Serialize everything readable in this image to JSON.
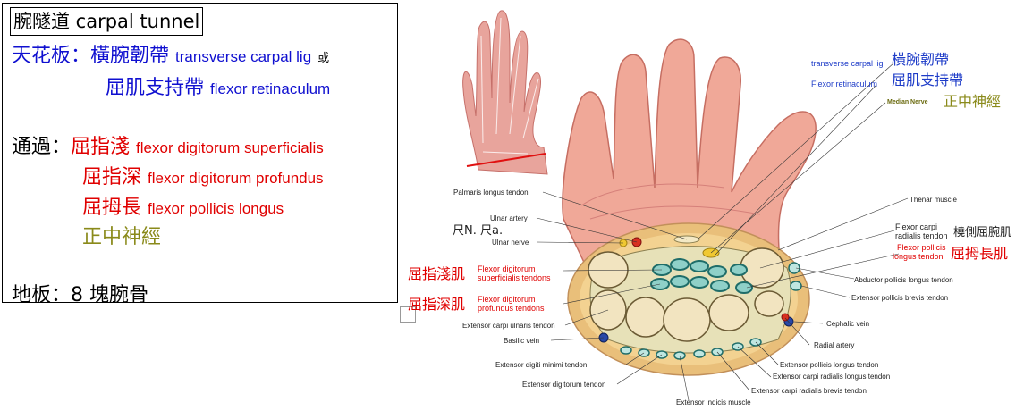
{
  "left_box": {
    "title": "腕隧道 carpal tunnel",
    "roof_label": "天花板：",
    "roof_zh_1": "橫腕韌帶",
    "roof_en_1": "transverse carpal lig",
    "roof_or": "或",
    "roof_zh_2": "屈肌支持帶",
    "roof_en_2": "flexor retinaculum",
    "pass_label": "通過：",
    "pass_zh_1": "屈指淺",
    "pass_en_1": "flexor digitorum superficialis",
    "pass_zh_2": "屈指深",
    "pass_en_2": "flexor digitorum profundus",
    "pass_zh_3": "屈拇長",
    "pass_en_3": "flexor pollicis longus",
    "pass_zh_4": "正中神經",
    "floor_label": "地板：",
    "floor_value": "8 塊腕骨"
  },
  "diagram": {
    "right_labels": {
      "transverse_en": "transverse carpal lig",
      "transverse_zh": "橫腕韌帶",
      "flexor_ret_en": "Flexor retinaculum",
      "flexor_ret_zh": "屈肌支持帶",
      "median_en": "Median Nerve",
      "median_zh": "正中神經",
      "thenar": "Thenar muscle",
      "fcr_en_1": "Flexor carpi",
      "fcr_en_2": "radialis tendon",
      "fcr_zh": "橈側屈腕肌",
      "fpl_en_1": "Flexor pollicis",
      "fpl_en_2": "longus tendon",
      "fpl_zh": "屈拇長肌",
      "apl": "Abductor pollicis longus tendon",
      "epb": "Extensor pollicis brevis tendon",
      "cephalic": "Cephalic vein",
      "radial_artery": "Radial artery",
      "epl": "Extensor pollicis longus tendon",
      "ecrl": "Extensor carpi radialis longus tendon",
      "ecrb": "Extensor carpi radialis brevis tendon"
    },
    "left_labels": {
      "palmaris": "Palmaris longus tendon",
      "ulnar_artery": "Ulnar artery",
      "ulnar_nerve": "Ulnar nerve",
      "ulnar_zh": "尺N. 尺a.",
      "fds_zh": "屈指淺肌",
      "fds_en_1": "Flexor digitorum",
      "fds_en_2": "superficialis tendons",
      "fdp_zh": "屈指深肌",
      "fdp_en_1": "Flexor digitorum",
      "fdp_en_2": "profundus tendons",
      "ecu": "Extensor carpi ulnaris tendon",
      "basilic": "Basilic vein",
      "edm": "Extensor digiti minimi tendon",
      "ed": "Extensor digitorum tendon",
      "ei": "Extensor indicis muscle"
    }
  }
}
